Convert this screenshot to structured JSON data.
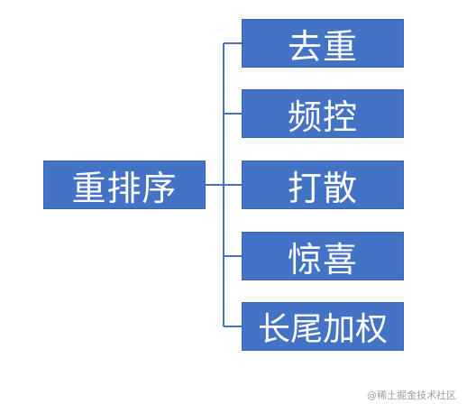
{
  "diagram": {
    "root": {
      "label": "重排序"
    },
    "children": [
      {
        "label": "去重"
      },
      {
        "label": "频控"
      },
      {
        "label": "打散"
      },
      {
        "label": "惊喜"
      },
      {
        "label": "长尾加权"
      }
    ]
  },
  "watermark": {
    "text": "@稀土掘金技术社区"
  },
  "colors": {
    "box_fill": "#4472C4",
    "connector": "#4472C4",
    "text": "#ffffff"
  }
}
